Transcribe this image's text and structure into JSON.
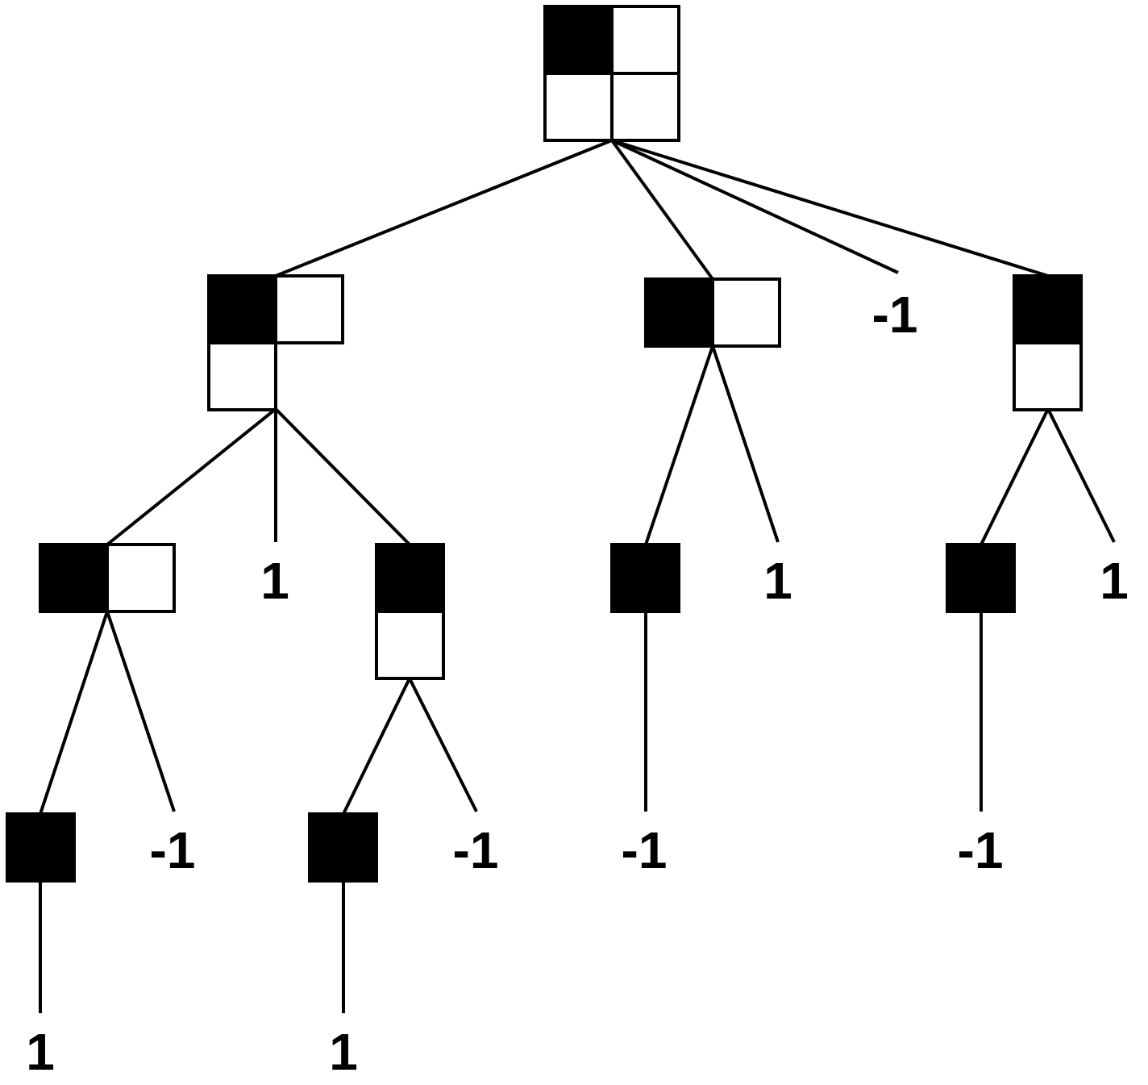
{
  "colors": {
    "filled": "#000000",
    "empty": "#ffffff",
    "line": "#000000"
  },
  "tree": {
    "nodes": [
      {
        "id": "root",
        "board": [
          [
            1,
            0
          ],
          [
            0,
            0
          ]
        ]
      },
      {
        "id": "n1",
        "board": [
          [
            1,
            0
          ],
          [
            0,
            null
          ]
        ]
      },
      {
        "id": "n2",
        "board": [
          [
            1,
            0
          ]
        ]
      },
      {
        "id": "n3",
        "label": "-1"
      },
      {
        "id": "n4",
        "board": [
          [
            1
          ],
          [
            0
          ]
        ]
      },
      {
        "id": "n11",
        "board": [
          [
            1,
            0
          ]
        ]
      },
      {
        "id": "n12",
        "label": "1"
      },
      {
        "id": "n13",
        "board": [
          [
            1
          ],
          [
            0
          ]
        ]
      },
      {
        "id": "n21",
        "board": [
          [
            1
          ]
        ]
      },
      {
        "id": "n22",
        "label": "1"
      },
      {
        "id": "n41",
        "board": [
          [
            1
          ]
        ]
      },
      {
        "id": "n42",
        "label": "1"
      },
      {
        "id": "n111",
        "board": [
          [
            1
          ]
        ]
      },
      {
        "id": "n112",
        "label": "-1"
      },
      {
        "id": "n131",
        "board": [
          [
            1
          ]
        ]
      },
      {
        "id": "n132",
        "label": "-1"
      },
      {
        "id": "n211",
        "label": "-1"
      },
      {
        "id": "n411",
        "label": "-1"
      },
      {
        "id": "n1111",
        "label": "1"
      },
      {
        "id": "n1311",
        "label": "1"
      }
    ],
    "edges": [
      [
        "root",
        "n1"
      ],
      [
        "root",
        "n2"
      ],
      [
        "root",
        "n3"
      ],
      [
        "root",
        "n4"
      ],
      [
        "n1",
        "n11"
      ],
      [
        "n1",
        "n12"
      ],
      [
        "n1",
        "n13"
      ],
      [
        "n2",
        "n21"
      ],
      [
        "n2",
        "n22"
      ],
      [
        "n4",
        "n41"
      ],
      [
        "n4",
        "n42"
      ],
      [
        "n11",
        "n111"
      ],
      [
        "n11",
        "n112"
      ],
      [
        "n13",
        "n131"
      ],
      [
        "n13",
        "n132"
      ],
      [
        "n21",
        "n211"
      ],
      [
        "n41",
        "n411"
      ],
      [
        "n111",
        "n1111"
      ],
      [
        "n131",
        "n1311"
      ]
    ]
  }
}
